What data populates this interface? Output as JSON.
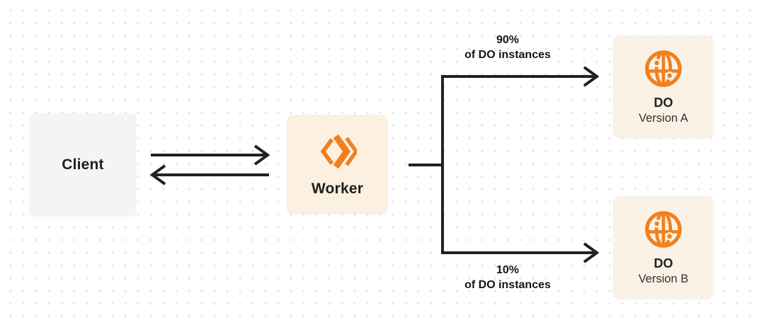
{
  "nodes": {
    "client": {
      "label": "Client"
    },
    "worker": {
      "label": "Worker"
    },
    "do_version_a": {
      "title": "DO",
      "subtitle": "Version A"
    },
    "do_version_b": {
      "title": "DO",
      "subtitle": "Version B"
    }
  },
  "edges": {
    "top_split": {
      "percent": "90%",
      "caption": "of DO instances"
    },
    "bottom_split": {
      "percent": "10%",
      "caption": "of DO instances"
    }
  },
  "icons": {
    "worker_icon": "workers-chevrons-icon",
    "durable_object_icon": "globe-icon"
  },
  "colors": {
    "accent_orange": "#F0801F",
    "line": "#212121",
    "client_bg": "#F4F4F5",
    "worker_bg": "#FCF0E0",
    "do_bg": "#FAF2E6",
    "text": "#1E1E1E"
  }
}
